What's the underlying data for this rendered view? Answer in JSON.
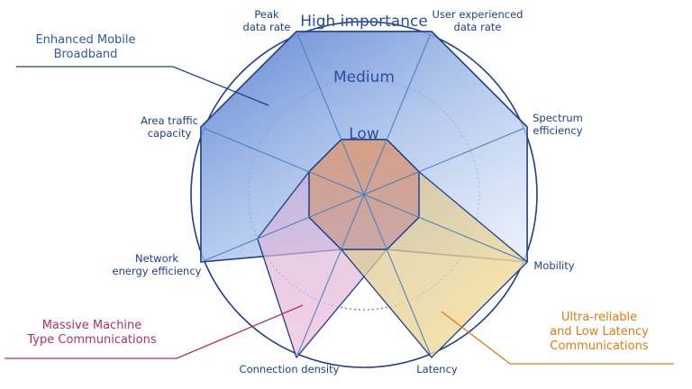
{
  "levels": {
    "high": "High importance",
    "medium": "Medium",
    "low": "Low"
  },
  "axes": [
    {
      "key": "peak",
      "label": [
        "Peak",
        "data rate"
      ]
    },
    {
      "key": "user",
      "label": [
        "User experienced",
        "data rate"
      ]
    },
    {
      "key": "spectrum",
      "label": [
        "Spectrum",
        "efficiency"
      ]
    },
    {
      "key": "mobility",
      "label": [
        "Mobility"
      ]
    },
    {
      "key": "latency",
      "label": [
        "Latency"
      ]
    },
    {
      "key": "connection",
      "label": [
        "Connection density"
      ]
    },
    {
      "key": "energy",
      "label": [
        "Network",
        "energy efficiency"
      ]
    },
    {
      "key": "area",
      "label": [
        "Area traffic",
        "capacity"
      ]
    }
  ],
  "use_cases": [
    {
      "key": "embb",
      "label": [
        "Enhanced Mobile",
        "Broadband"
      ],
      "color": "#2d5aa6",
      "values": [
        3,
        3,
        3,
        3,
        1,
        1,
        3,
        3
      ]
    },
    {
      "key": "mmtc",
      "label": [
        "Massive Machine",
        "Type Communications"
      ],
      "color": "#b0306a",
      "values": [
        1,
        1,
        1,
        1,
        1,
        3,
        2,
        1
      ]
    },
    {
      "key": "urllc",
      "label": [
        "Ultra-reliable",
        "and Low Latency",
        "Communications"
      ],
      "color": "#e07b13",
      "values": [
        1,
        1,
        1,
        3,
        3,
        1,
        1,
        1
      ]
    }
  ]
}
